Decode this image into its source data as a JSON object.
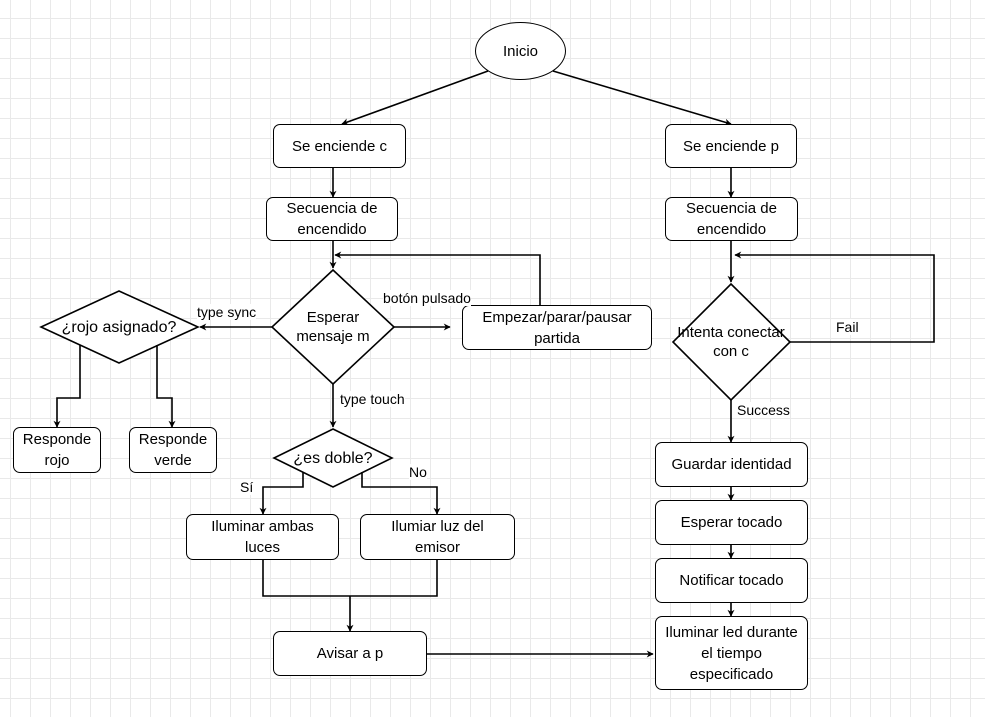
{
  "nodes": {
    "inicio": "Inicio",
    "enciende_c": "Se enciende c",
    "enciende_p": "Se enciende p",
    "secuencia_c": "Secuencia de encendido",
    "secuencia_p": "Secuencia de encendido",
    "esperar_mensaje": "Esperar mensaje m",
    "rojo_asignado": "¿rojo asignado?",
    "empezar_parar": "Empezar/parar/pausar partida",
    "responde_rojo": "Responde rojo",
    "responde_verde": "Responde verde",
    "es_doble": "¿es doble?",
    "iluminar_ambas": "Iluminar ambas luces",
    "iluminar_emisor": "Ilumiar luz del emisor",
    "avisar_p": "Avisar a p",
    "intenta_conectar": "Intenta conectar con c",
    "guardar_identidad": "Guardar identidad",
    "esperar_tocado": "Esperar tocado",
    "notificar_tocado": "Notificar tocado",
    "iluminar_led": "Iluminar led durante el tiempo especificado"
  },
  "edge_labels": {
    "type_sync": "type sync",
    "boton_pulsado": "botón pulsado",
    "type_touch": "type touch",
    "si": "Sí",
    "no": "No",
    "fail": "Fail",
    "success": "Success"
  }
}
